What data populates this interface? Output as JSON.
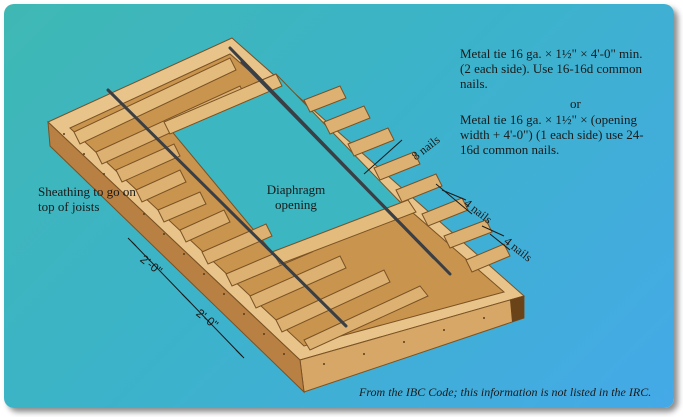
{
  "notes": {
    "tie_note_1": "Metal tie 16 ga. × 1½\" × 4'-0\" min. (2 each side). Use 16-16d common nails.",
    "or_text": "or",
    "tie_note_2": "Metal tie 16 ga. × 1½\" × (opening width + 4'-0\") (1 each side) use 24-16d common nails."
  },
  "labels": {
    "sheathing": "Sheathing to go on top of joists",
    "diaphragm": "Diaphragm opening",
    "nails_8": "8 nails",
    "nails_4a": "4 nails",
    "nails_4b": "4 nails",
    "dim_1": "2'-0\"",
    "dim_2": "2'-0\""
  },
  "caption": "From the IBC Code; this information is not listed in the IRC.",
  "colors": {
    "bg_start": "#3fb8b4",
    "bg_end": "#45a9e8",
    "wood_top": "#e8c48a",
    "wood_side": "#c9944e",
    "wood_dark": "#a66f32",
    "strap": "#3a3f45"
  }
}
